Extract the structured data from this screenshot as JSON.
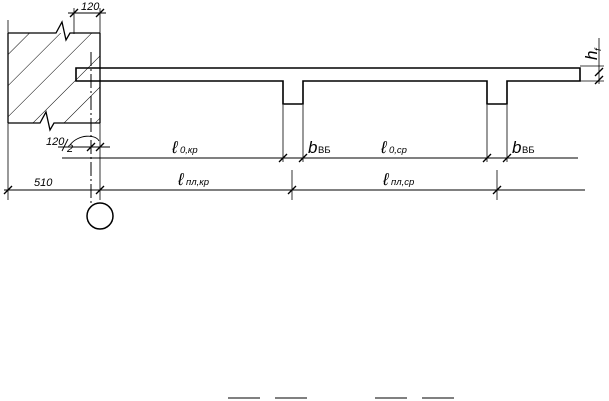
{
  "labels": {
    "wall_width": "120",
    "support_half_num": "120",
    "support_half_den": "2",
    "axis_offset": "510",
    "h_main": "h",
    "h_sub": "f",
    "l0_main": "ℓ",
    "l0_kr_sub": "0,кр",
    "l0_sr_sub": "0,ср",
    "b_main": "b",
    "b_vb_sub": "ВБ",
    "b_vb2_sub": "ВБ",
    "lpl_main": "ℓ",
    "lpl_kr_sub": "пл,кр",
    "lpl_sr_sub": "пл,ср"
  },
  "colors": {
    "line": "#000000",
    "background": "#ffffff"
  }
}
